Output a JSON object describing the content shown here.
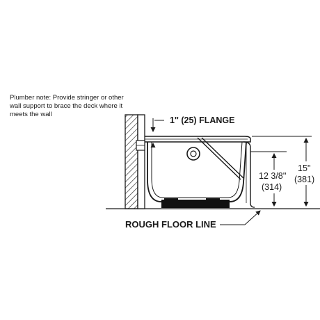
{
  "note": {
    "lines": [
      "Plumber note: Provide stringer or other",
      "wall support to brace the deck where it",
      "meets the wall"
    ]
  },
  "labels": {
    "flange": "1'' (25) FLANGE",
    "inner_height_in": "12 3/8''",
    "inner_height_mm": "(314)",
    "total_height_in": "15''",
    "total_height_mm": "(381)",
    "floor_line": "ROUGH FLOOR LINE"
  }
}
